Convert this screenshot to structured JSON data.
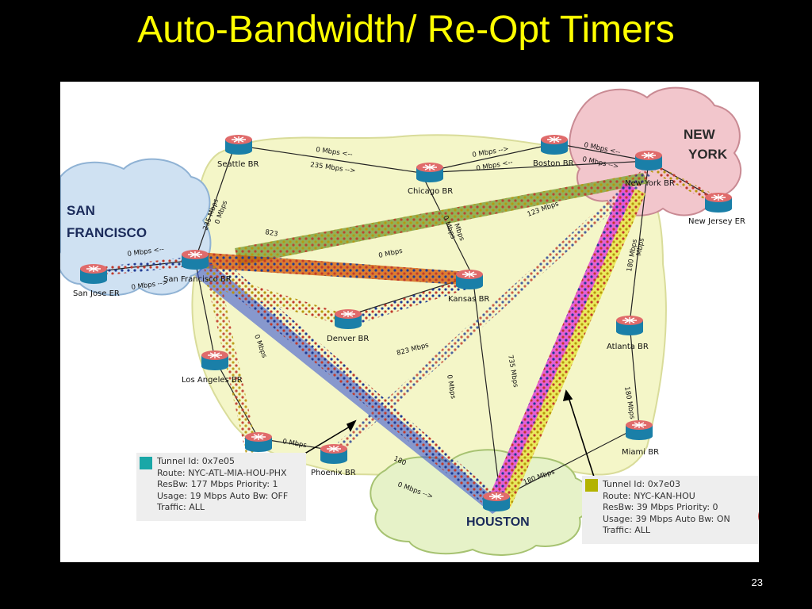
{
  "slide": {
    "title": "Auto-Bandwidth/ Re-Opt Timers",
    "page_number": "23"
  },
  "regions": {
    "san_francisco": "SAN\nFRANCISCO",
    "new_york": "NEW\nYORK",
    "houston": "HOUSTON"
  },
  "routers": [
    {
      "id": "seattle",
      "label": "Seattle BR"
    },
    {
      "id": "chicago",
      "label": "Chicago BR"
    },
    {
      "id": "boston",
      "label": "Boston BR"
    },
    {
      "id": "newyork",
      "label": "New York BR"
    },
    {
      "id": "newjersey",
      "label": "New Jersey ER"
    },
    {
      "id": "sanjose",
      "label": "San Jose ER"
    },
    {
      "id": "sanfran",
      "label": "San Francisco BR"
    },
    {
      "id": "kansas",
      "label": "Kansas BR"
    },
    {
      "id": "denver",
      "label": "Denver BR"
    },
    {
      "id": "atlanta",
      "label": "Atlanta BR"
    },
    {
      "id": "losangeles",
      "label": "Los Angeles BR"
    },
    {
      "id": "phoenix",
      "label": "Phoenix BR"
    },
    {
      "id": "miami",
      "label": "Miami BR"
    },
    {
      "id": "houston",
      "label": "Houston"
    }
  ],
  "link_labels": [
    "0 Mbps <--",
    "235 Mbps -->",
    "0 Mbps -->",
    "0 Mbps <--",
    "0 Mbps <--",
    "0 Mbps -->",
    "235 Mbps",
    "0 Mbps",
    "0 Mbps <--",
    "0 Mbps -->",
    "823",
    "0 Mbps",
    "123 Mbps",
    "0 Mbps",
    "Mbps",
    "180 Mbps",
    "Mbps",
    "823 Mbps",
    "0 Mbps",
    "735 Mbps",
    "180 Mbps",
    "0 Mbps",
    "0 Mbps",
    "180",
    "0 Mbps -->",
    "180 Mbps"
  ],
  "tunnel_left": {
    "color": "#1aa7a7",
    "tunnel_id": "Tunnel Id: 0x7e05",
    "route": "Route: NYC-ATL-MIA-HOU-PHX",
    "resbw": "ResBw: 177 Mbps  Priority: 1",
    "usage": "Usage: 19 Mbps  Auto Bw: OFF",
    "traffic": "Traffic:  ALL"
  },
  "tunnel_right": {
    "color": "#b3b300",
    "tunnel_id": "Tunnel Id: 0x7e03",
    "route": "Route: NYC-KAN-HOU",
    "resbw": "ResBw: 39 Mbps  Priority: 0",
    "usage": "Usage: 39 Mbps  Auto Bw: ON",
    "traffic": "Traffic:  ALL"
  }
}
